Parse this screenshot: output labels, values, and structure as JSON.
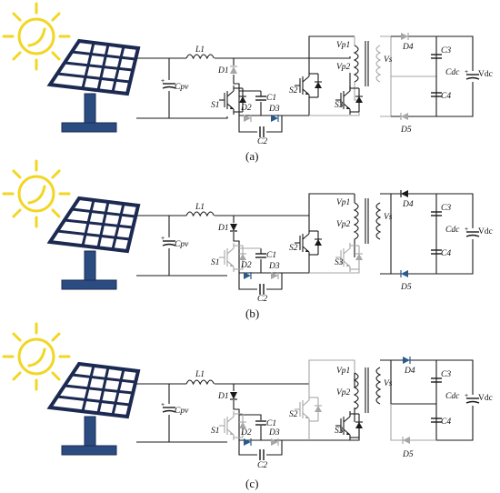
{
  "colors": {
    "wire_active": "#1a1a1a",
    "wire_inactive": "#a6a6a6",
    "sun": "#f2d622",
    "panel_frame": "#1c2a52",
    "panel_cells": "#ffffff",
    "panel_stand": "#2b4c80",
    "diode_d3_highlight": "#2b5a8c"
  },
  "panels": [
    {
      "caption": "(a)",
      "labels": {
        "L1": "L1",
        "Cpv": "Cpv",
        "D1": "D1",
        "D2": "D2",
        "D3": "D3",
        "C1": "C1",
        "C2": "C2",
        "S1": "S1",
        "S2": "S2",
        "S3": "S3",
        "Vp1": "Vp1",
        "Vp2": "Vp2",
        "Vs": "Vs",
        "D4": "D4",
        "D5": "D5",
        "C3": "C3",
        "C4": "C4",
        "Cdc": "Cdc",
        "Vdc": "Vdc"
      }
    },
    {
      "caption": "(b)",
      "labels": {
        "L1": "L1",
        "Cpv": "Cpv",
        "D1": "D1",
        "D2": "D2",
        "D3": "D3",
        "C1": "C1",
        "C2": "C2",
        "S1": "S1",
        "S2": "S2",
        "S3": "S3",
        "Vp1": "Vp1",
        "Vp2": "Vp2",
        "Vs": "Vs",
        "D4": "D4",
        "D5": "D5",
        "C3": "C3",
        "C4": "C4",
        "Cdc": "Cdc",
        "Vdc": "Vdc"
      }
    },
    {
      "caption": "(c)",
      "labels": {
        "L1": "L1",
        "Cpv": "Cpv",
        "D1": "D1",
        "D2": "D2",
        "D3": "D3",
        "C1": "C1",
        "C2": "C2",
        "S1": "S1",
        "S2": "S2",
        "S3": "S3",
        "Vp1": "Vp1",
        "Vp2": "Vp2",
        "Vs": "Vs",
        "D4": "D4",
        "D5": "D5",
        "C3": "C3",
        "C4": "C4",
        "Cdc": "Cdc",
        "Vdc": "Vdc"
      }
    }
  ],
  "icons": [
    "sun-icon",
    "solar-panel-icon",
    "inductor-symbol",
    "capacitor-symbol",
    "diode-symbol",
    "igbt-symbol",
    "transformer-symbol"
  ]
}
